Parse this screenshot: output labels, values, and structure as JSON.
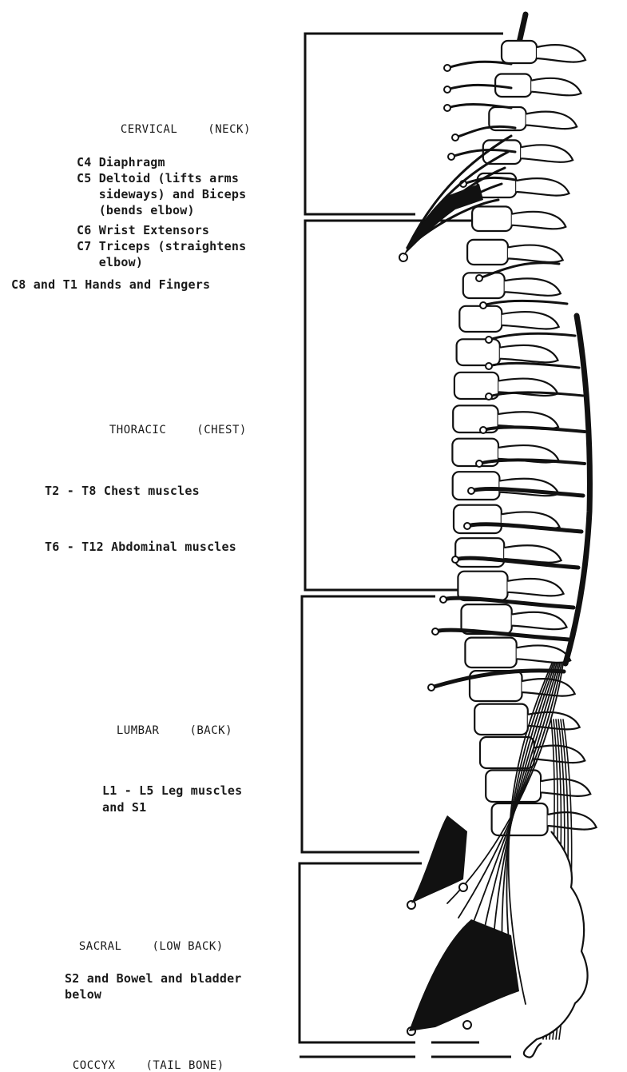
{
  "sections": {
    "cervical": {
      "name": "CERVICAL",
      "alias": "(NECK)"
    },
    "thoracic": {
      "name": "THORACIC",
      "alias": "(CHEST)"
    },
    "lumbar": {
      "name": "LUMBAR",
      "alias": "(BACK)"
    },
    "sacral": {
      "name": "SACRAL",
      "alias": "(LOW BACK)"
    },
    "coccyx": {
      "name": "COCCYX",
      "alias": "(TAIL BONE)"
    }
  },
  "cervical_items": [
    "C4 Diaphragm",
    "C5 Deltoid (lifts arms",
    "   sideways) and Biceps",
    "   (bends elbow)",
    "C6 Wrist Extensors",
    "C7 Triceps (straightens",
    "   elbow)",
    "C8 and T1 Hands and Fingers"
  ],
  "thoracic_items": [
    "T2 - T8 Chest muscles",
    "T6 - T12 Abdominal muscles"
  ],
  "lumbar_items": [
    "L1 - L5 Leg muscles",
    "and S1"
  ],
  "sacral_items": [
    "S2 and Bowel and bladder",
    "below"
  ]
}
